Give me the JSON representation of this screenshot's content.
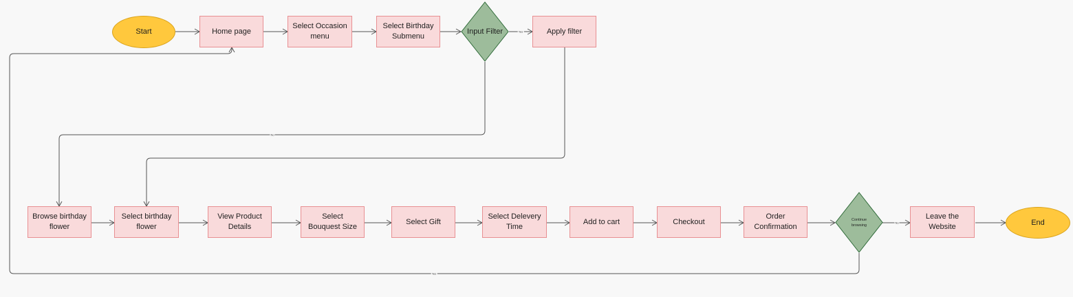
{
  "colors": {
    "process_fill": "#f9dadb",
    "process_border": "#e88f92",
    "terminal_fill": "#ffc83d",
    "decision_fill": "#9dbc9b",
    "decision_border": "#2e6a38",
    "edge": "#555555",
    "background": "#f8f8f8"
  },
  "nodes": {
    "start": "Start",
    "home_page": "Home page",
    "select_occasion": "Select Occasion menu",
    "select_birthday_submenu": "Select Birthday Submenu",
    "input_filter": "Input Filter",
    "apply_filter": "Apply filter",
    "browse_birthday_flower": "Browse birthday flower",
    "select_birthday_flower": "Select birthday flower",
    "view_product_details": "View Product Details",
    "select_bouquest_size": "Select Bouquest Size",
    "select_gift": "Select Gift",
    "select_delevery_time": "Select Delevery Time",
    "add_to_cart": "Add to cart",
    "checkout": "Checkout",
    "order_confirmation": "Order Confirmation",
    "continue_browsing": "Continue browsing",
    "leave_website": "Leave the Website",
    "end": "End"
  },
  "edge_labels": {
    "filter_yes": "Yes",
    "filter_no": "No",
    "continue_no": "No",
    "continue_yes": "Yes"
  }
}
